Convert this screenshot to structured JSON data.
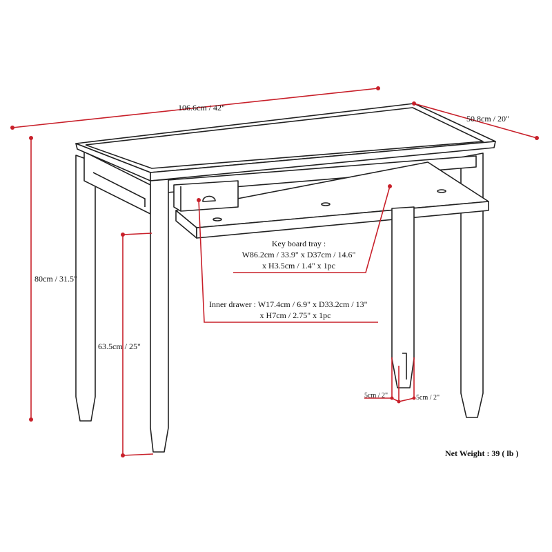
{
  "dimensions": {
    "width": "106.6cm / 42\"",
    "depth": "50.8cm / 20\"",
    "height": "80cm / 31.5\"",
    "leg_clearance": "63.5cm / 25\"",
    "leg_width": "5cm / 2\"",
    "leg_depth": "5cm / 2\""
  },
  "keyboard_tray": {
    "title": "Key board tray :",
    "line1": "W86.2cm / 33.9\" x D37cm / 14.6\"",
    "line2": "x H3.5cm / 1.4\" x 1pc"
  },
  "inner_drawer": {
    "line1": "Inner drawer : W17.4cm / 6.9\" x D33.2cm / 13\"",
    "line2": "x H7cm / 2.75\" x 1pc"
  },
  "net_weight": "Net Weight : 39 ( lb )",
  "colors": {
    "dimension_line": "#c8202a",
    "outline": "#222222"
  }
}
